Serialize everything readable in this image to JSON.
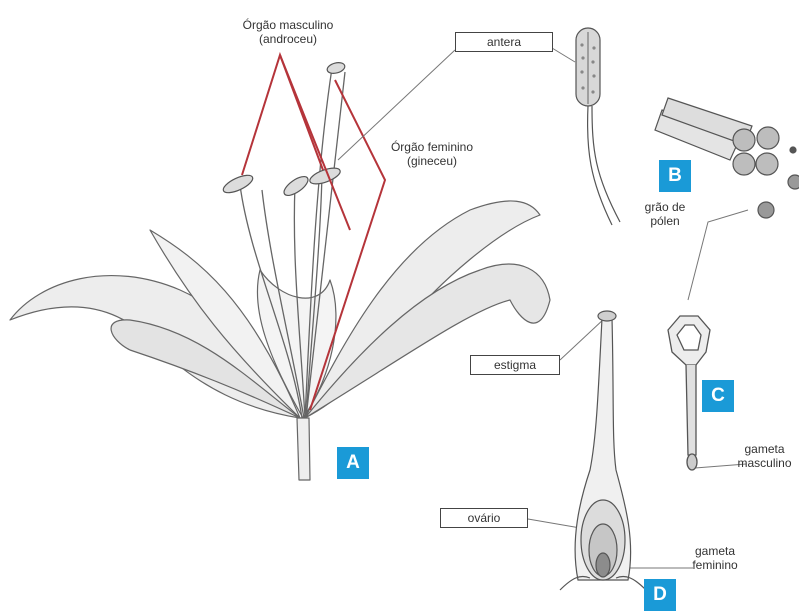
{
  "labels": {
    "male_organ_line1": "Órgão masculino",
    "male_organ_line2": "(androceu)",
    "female_organ_line1": "Órgão feminino",
    "female_organ_line2": "(gineceu)",
    "anther": "antera",
    "pollen_line1": "grão de",
    "pollen_line2": "pólen",
    "stigma": "estigma",
    "ovary": "ovário",
    "male_gamete_line1": "gameta",
    "male_gamete_line2": "masculino",
    "female_gamete_line1": "gameta",
    "female_gamete_line2": "feminino"
  },
  "badges": {
    "a": "A",
    "b": "B",
    "c": "C",
    "d": "D"
  },
  "colors": {
    "badge": "#1a9ad7",
    "highlight": "#b5343a",
    "ink": "#555555"
  }
}
